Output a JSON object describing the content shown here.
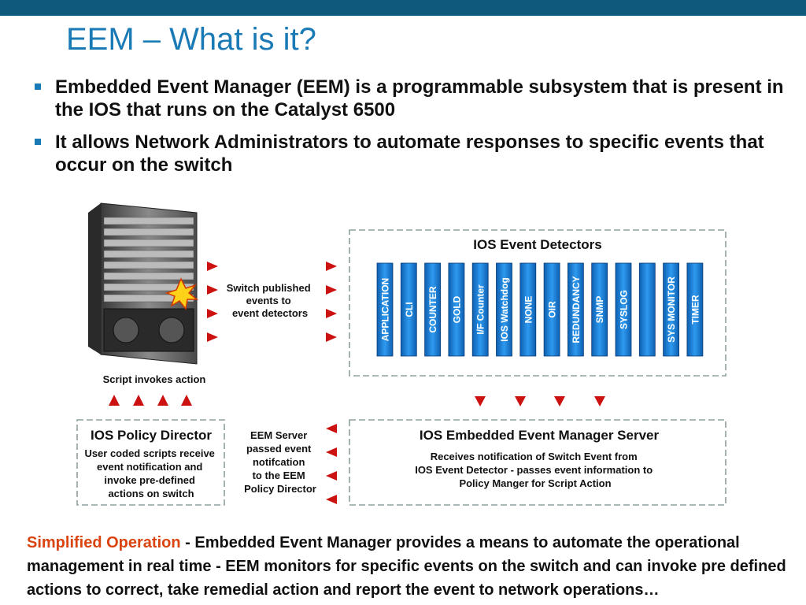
{
  "slide": {
    "title": "EEM – What is it?",
    "bullets": [
      "Embedded Event Manager (EEM) is a programmable subsystem that is present in the IOS that runs on the Catalyst 6500",
      "It allows Network Administrators to automate responses to specific events that occur on the switch"
    ],
    "footer_highlight": "Simplified Operation",
    "footer_text": " - Embedded Event Manager provides a means to automate the operational management in real time - EEM monitors for specific events on the switch and can invoke pre defined actions to correct, take remedial action and report the event to network operations…"
  },
  "diagram": {
    "published_label": [
      "Switch published",
      "events to",
      "event detectors"
    ],
    "script_label": "Script invokes action",
    "detectors_title": "IOS Event Detectors",
    "detectors": [
      "APPLICATION",
      "CLI",
      "COUNTER",
      "GOLD",
      "I/F Counter",
      "IOS Watchdog",
      "NONE",
      "OIR",
      "REDUNDANCY",
      "SNMP",
      "SYSLOG",
      "",
      "SYS MONITOR",
      "TIMER"
    ],
    "server_title": "IOS Embedded Event Manager Server",
    "server_desc": [
      "Receives notification of Switch Event from",
      "IOS Event Detector - passes event information to",
      "Policy Manger for Script Action"
    ],
    "policy_title": "IOS Policy Director",
    "policy_desc": [
      "User coded scripts receive",
      "event notification and",
      "invoke pre-defined",
      "actions on switch"
    ],
    "eem_label": [
      "EEM Server",
      "passed event",
      "notifcation",
      "to the EEM",
      "Policy Director"
    ]
  },
  "colors": {
    "title": "#1a7ab5",
    "topbar": "#0e5a7c",
    "bar": "#1e88e5",
    "arrow": "#cc1111",
    "highlight": "#d94410"
  }
}
